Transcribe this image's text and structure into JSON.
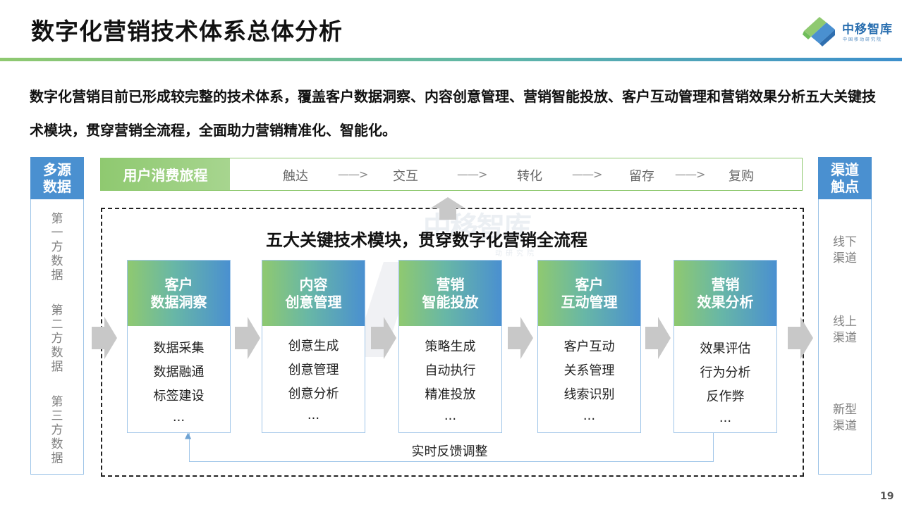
{
  "header": {
    "title": "数字化营销技术体系总体分析",
    "logo_name": "中移智库",
    "logo_sub": "中国移动研究院"
  },
  "intro": "数字化营销目前已形成较完整的技术体系，覆盖客户数据洞察、内容创意管理、营销智能投放、客户互动管理和营销效果分析五大关键技术模块，贯穿营销全流程，全面助力营销精准化、智能化。",
  "left_panel": {
    "title": "多源数据",
    "items": [
      "第一方数据",
      "第二方数据",
      "第三方数据"
    ]
  },
  "right_panel": {
    "title": "渠道触点",
    "items": [
      "线下渠道",
      "线上渠道",
      "新型渠道"
    ]
  },
  "journey": {
    "label": "用户消费旅程",
    "steps": [
      "触达",
      "交互",
      "转化",
      "留存",
      "复购"
    ],
    "arrow": "——>"
  },
  "modules_section": {
    "heading": "五大关键技术模块，贯穿数字化营销全流程",
    "watermark": "中移智库",
    "watermark_sub": "动研究院",
    "modules": [
      {
        "title_line1": "客户",
        "title_line2": "数据洞察",
        "items": [
          "数据采集",
          "数据融通",
          "标签建设",
          "..."
        ]
      },
      {
        "title_line1": "内容",
        "title_line2": "创意管理",
        "items": [
          "创意生成",
          "创意管理",
          "创意分析",
          "..."
        ]
      },
      {
        "title_line1": "营销",
        "title_line2": "智能投放",
        "items": [
          "策略生成",
          "自动执行",
          "精准投放",
          "..."
        ]
      },
      {
        "title_line1": "客户",
        "title_line2": "互动管理",
        "items": [
          "客户互动",
          "关系管理",
          "线索识别",
          "..."
        ]
      },
      {
        "title_line1": "营销",
        "title_line2": "效果分析",
        "items": [
          "效果评估",
          "行为分析",
          "反作弊",
          "..."
        ]
      }
    ],
    "feedback_label": "实时反馈调整"
  },
  "colors": {
    "green": "#8fc970",
    "blue": "#4a90d0",
    "light_blue_border": "#9fc5e8",
    "chevron_gray": "#c8c8c8"
  },
  "page_number": "19"
}
